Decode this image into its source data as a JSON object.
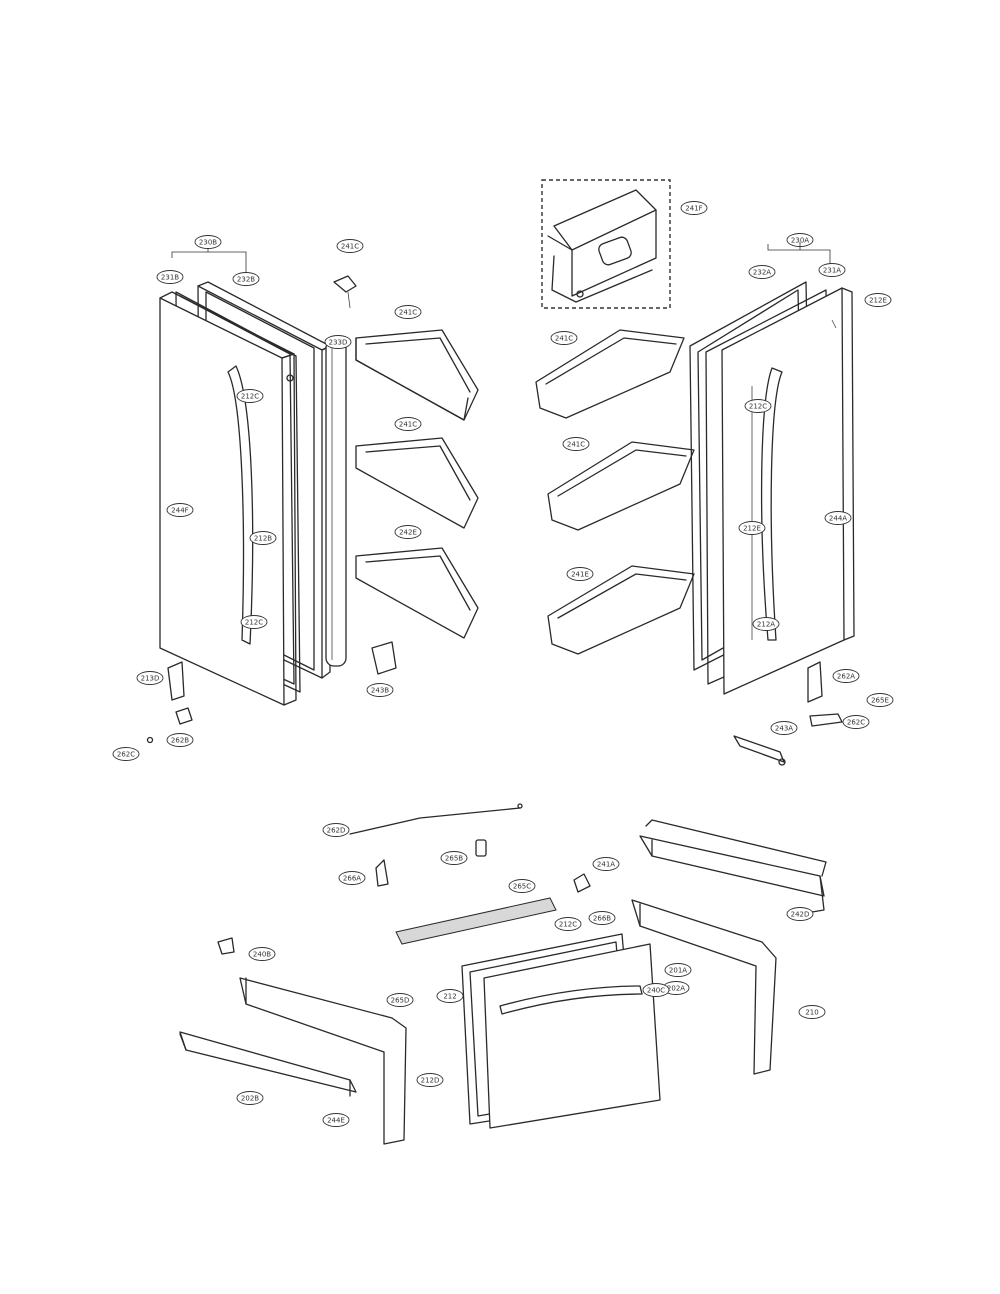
{
  "labels": {
    "c1": "230B",
    "c2": "231B",
    "c3": "232B",
    "c4": "212C",
    "c5": "244F",
    "c6": "212B",
    "c7": "212C",
    "c8": "213D",
    "c9": "233D",
    "c10": "241C",
    "c11": "241C",
    "c12": "241C",
    "c13": "242E",
    "c14": "241F",
    "c15": "241C",
    "c16": "241C",
    "c17": "241E",
    "c18": "230A",
    "c19": "232A",
    "c20": "231A",
    "c21": "212E",
    "c22": "212C",
    "c23": "212E",
    "c24": "244A",
    "c25": "212A",
    "c26": "262A",
    "c27": "265E",
    "c28": "262C",
    "c29": "243A",
    "c30": "262B",
    "c31": "262C",
    "c32": "243B",
    "c33": "262D",
    "c34": "266A",
    "c35": "265B",
    "c36": "265C",
    "c37": "241A",
    "c38": "242D",
    "c39": "212C",
    "c40": "266B",
    "c41": "201A",
    "c42": "202A",
    "c43": "212",
    "c44": "210",
    "c45": "212D",
    "c46": "240B",
    "c47": "202B",
    "c48": "244E",
    "c49": "240C",
    "c50": "265D"
  }
}
